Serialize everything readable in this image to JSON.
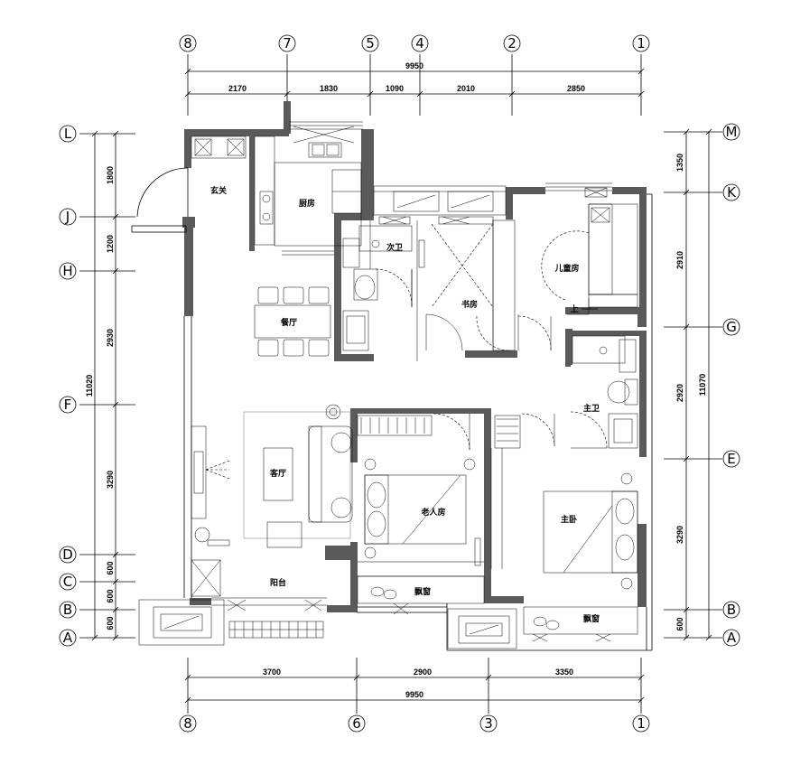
{
  "axes": {
    "top": [
      "8",
      "7",
      "5",
      "4",
      "2",
      "1"
    ],
    "bottom": [
      "8",
      "6",
      "3",
      "1"
    ],
    "left": [
      "L",
      "J",
      "H",
      "F",
      "D",
      "C",
      "B",
      "A"
    ],
    "right": [
      "M",
      "K",
      "G",
      "E",
      "B",
      "A"
    ]
  },
  "dimensions": {
    "top_total": "9950",
    "top_segments": [
      "2170",
      "1830",
      "1090",
      "2010",
      "2850"
    ],
    "bottom_total": "9950",
    "bottom_segments": [
      "3700",
      "2900",
      "3350"
    ],
    "left_total": "11020",
    "left_segments": [
      "1800",
      "1200",
      "2930",
      "3290",
      "600",
      "600",
      "600"
    ],
    "right_total": "11070",
    "right_segments": [
      "1350",
      "2910",
      "2920",
      "3290",
      "600"
    ]
  },
  "rooms": {
    "entry": "玄关",
    "kitchen": "厨房",
    "guest_bath": "次卫",
    "study": "书房",
    "kids_room": "儿童房",
    "dining": "餐厅",
    "living": "客厅",
    "elder_room": "老人房",
    "master_bath": "主卫",
    "master_bedroom": "主卧",
    "balcony": "阳台",
    "bay_window_1": "飘窗",
    "bay_window_2": "飘窗",
    "stair_up": "上"
  }
}
